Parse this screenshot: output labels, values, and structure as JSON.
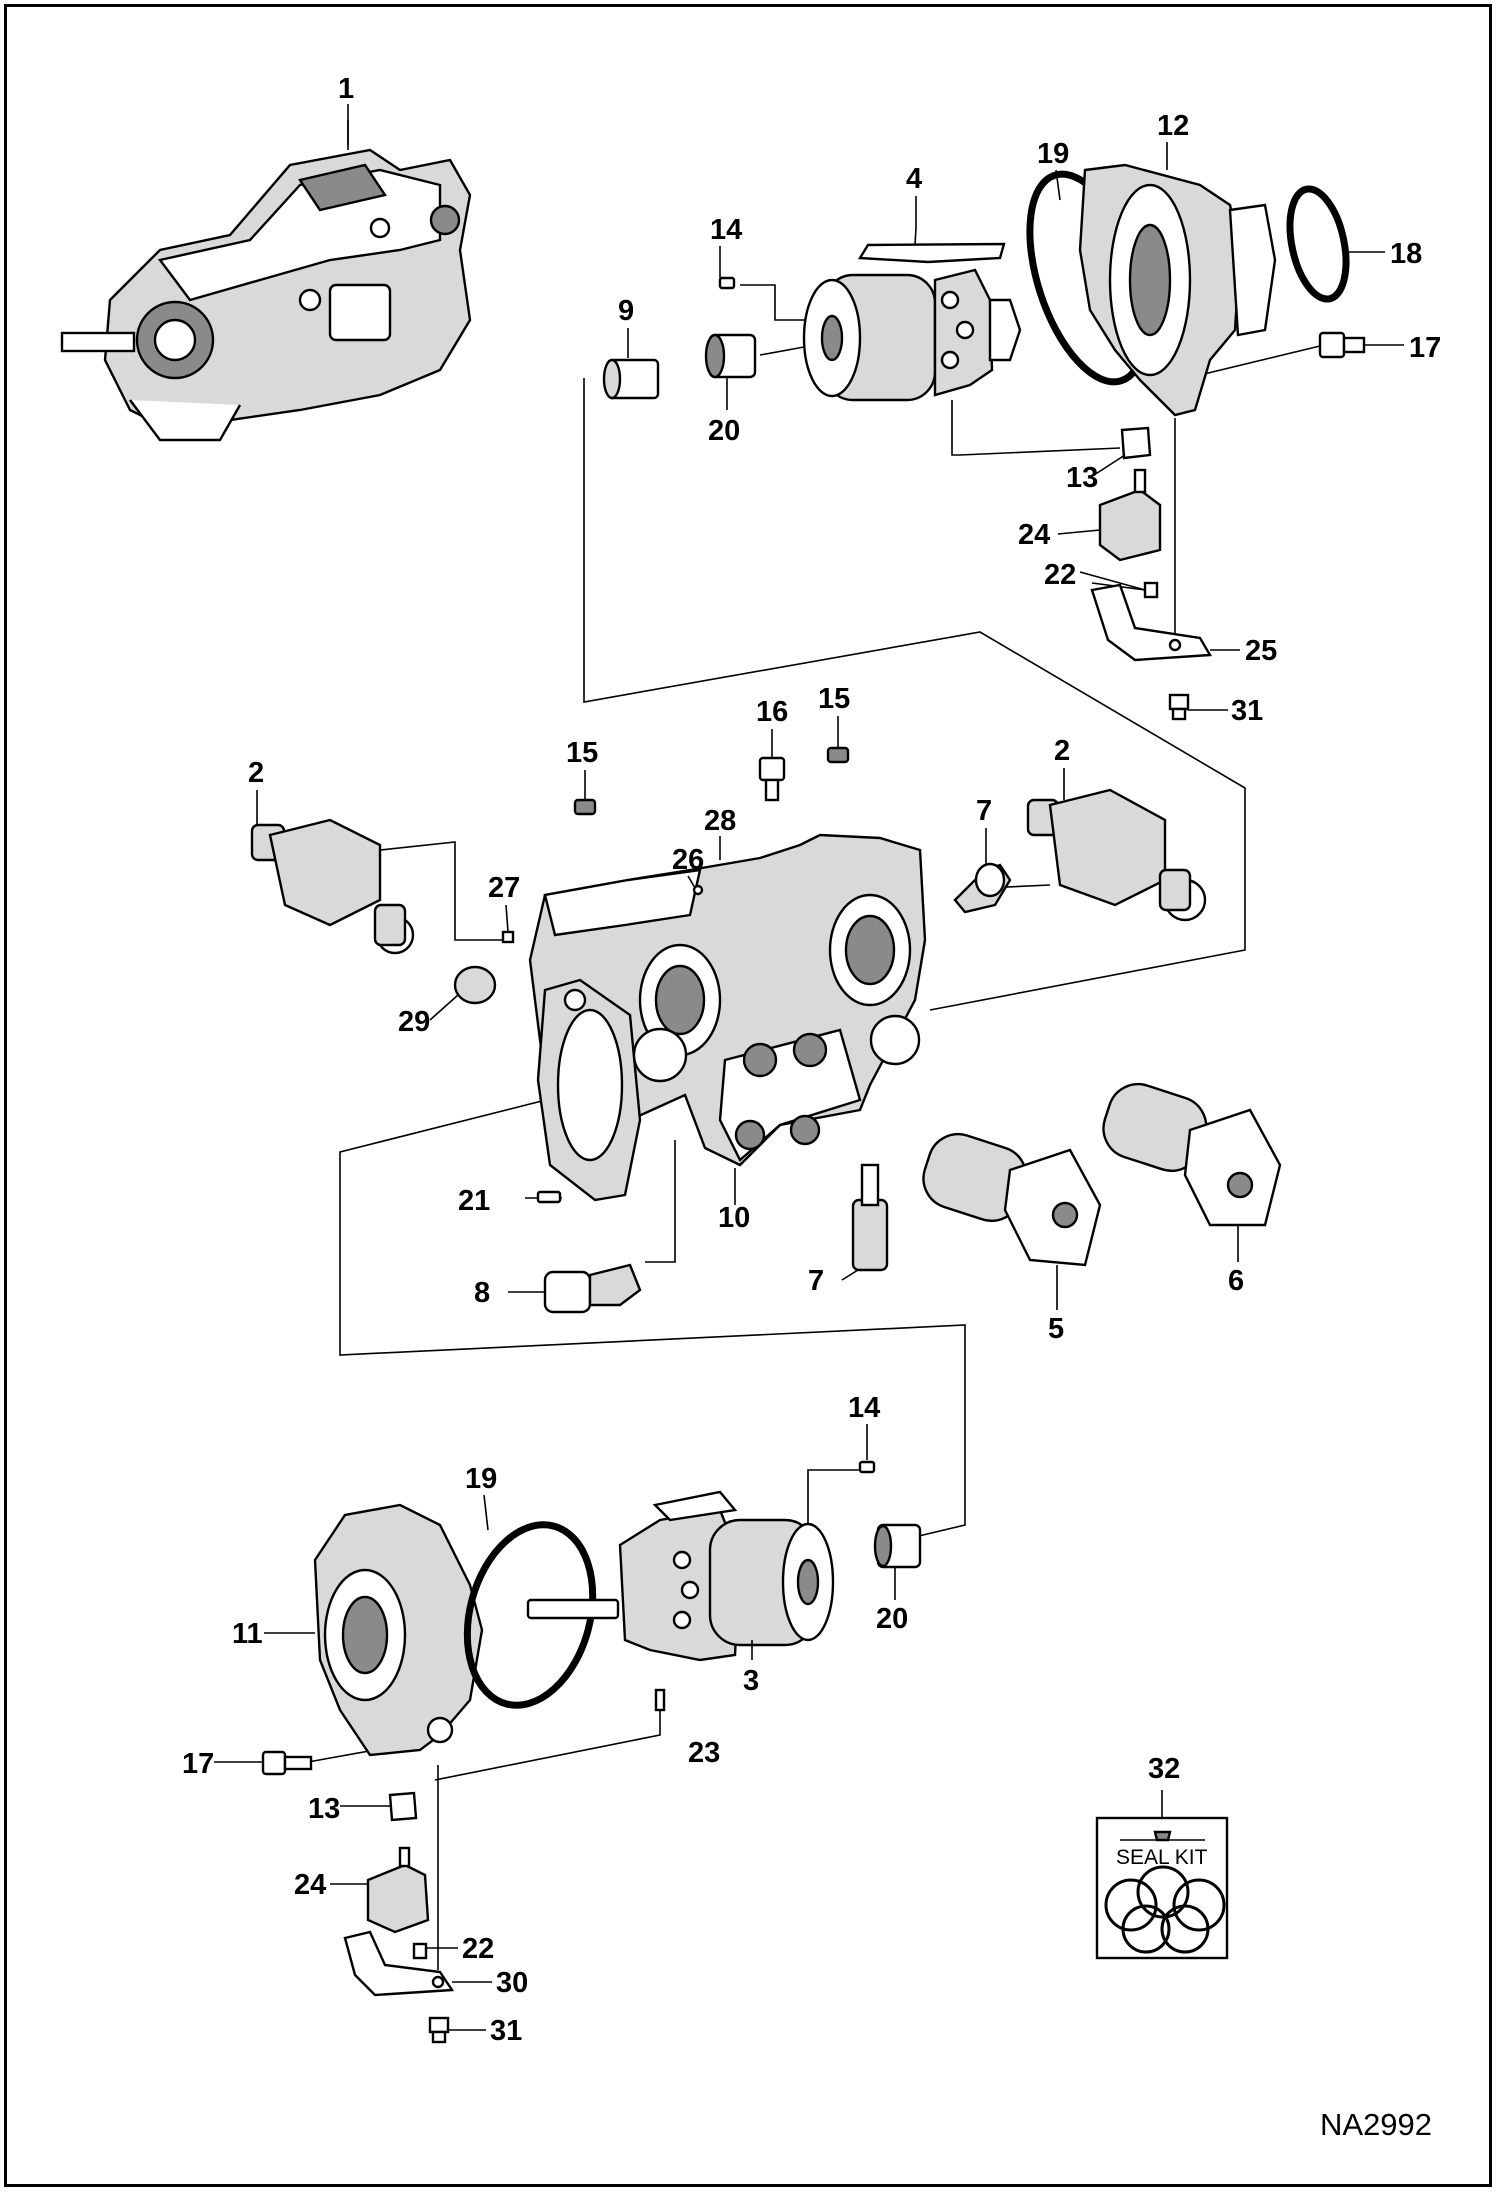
{
  "diagram": {
    "reference_code": "NA2992",
    "seal_kit_label": "SEAL KIT",
    "callouts": [
      "1",
      "2",
      "2",
      "3",
      "4",
      "5",
      "6",
      "7",
      "7",
      "8",
      "9",
      "10",
      "11",
      "12",
      "13",
      "13",
      "14",
      "14",
      "15",
      "15",
      "16",
      "17",
      "17",
      "18",
      "19",
      "19",
      "20",
      "20",
      "21",
      "22",
      "22",
      "23",
      "24",
      "24",
      "25",
      "26",
      "27",
      "28",
      "29",
      "30",
      "31",
      "31",
      "32"
    ]
  }
}
